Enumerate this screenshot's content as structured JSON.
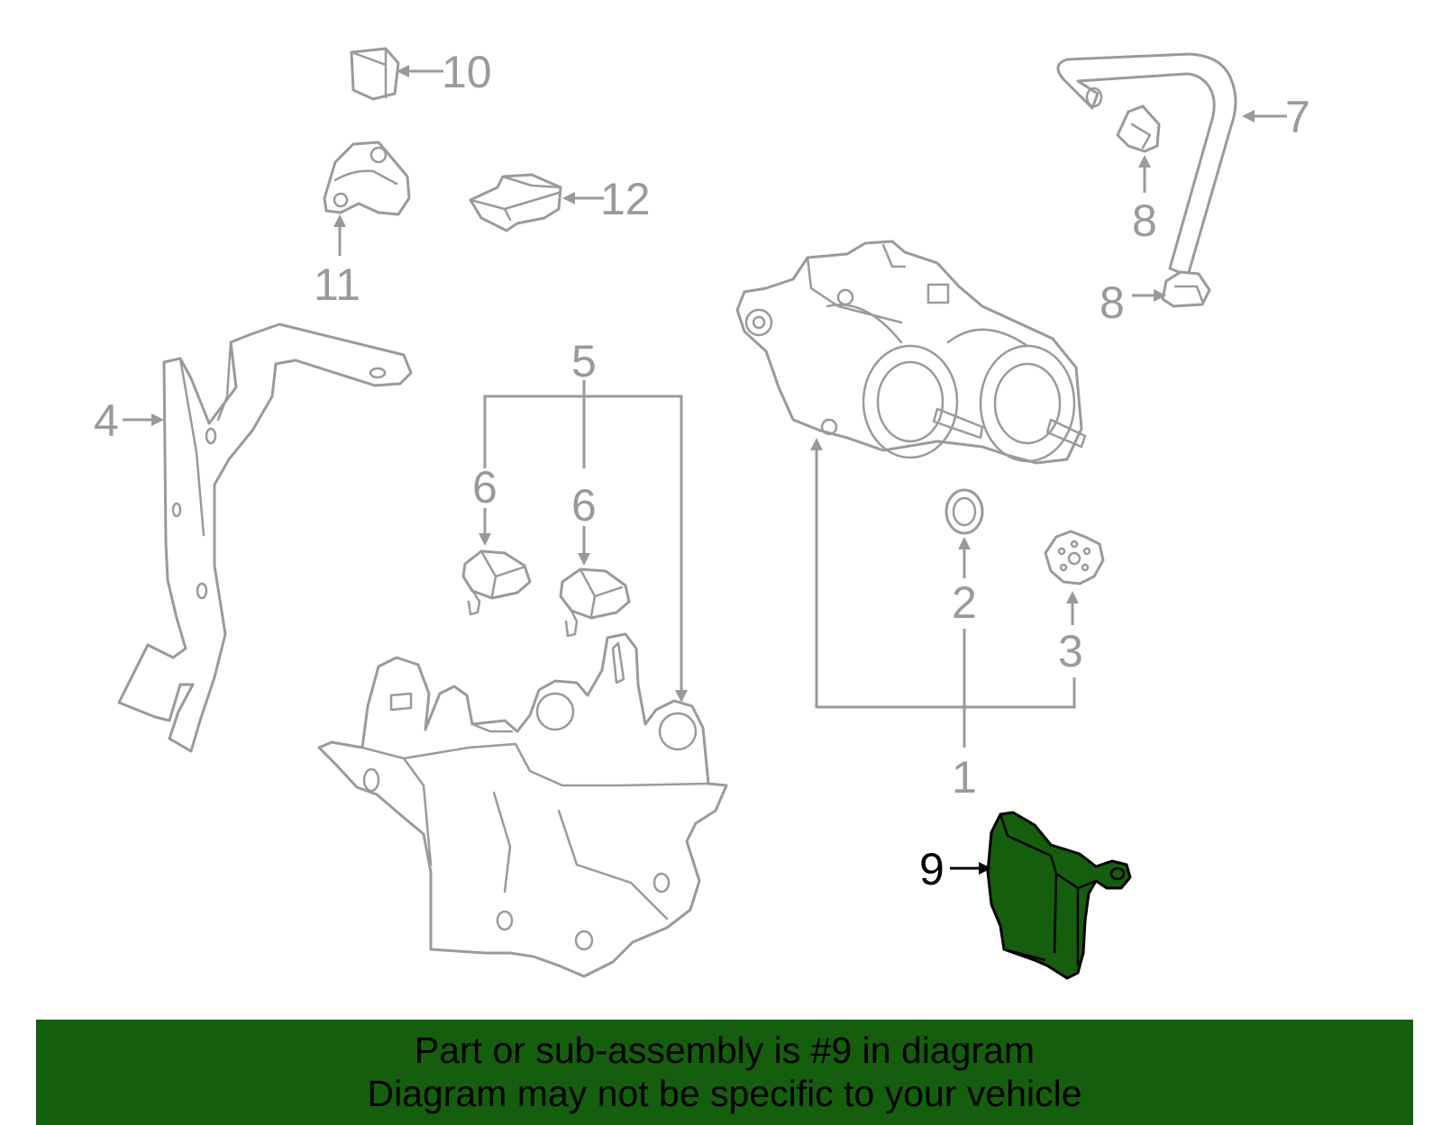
{
  "diagram": {
    "callouts": {
      "c1": "1",
      "c2": "2",
      "c3": "3",
      "c4": "4",
      "c5": "5",
      "c6a": "6",
      "c6b": "6",
      "c7": "7",
      "c8a": "8",
      "c8b": "8",
      "c9": "9",
      "c10": "10",
      "c11": "11",
      "c12": "12"
    },
    "highlighted_part": "9",
    "highlight_color": "#155e0e",
    "line_color": "#9a9a9a"
  },
  "banner": {
    "line1": "Part or sub-assembly is #9 in diagram",
    "line2": "Diagram may not be specific to your vehicle",
    "background": "#155e0e"
  }
}
